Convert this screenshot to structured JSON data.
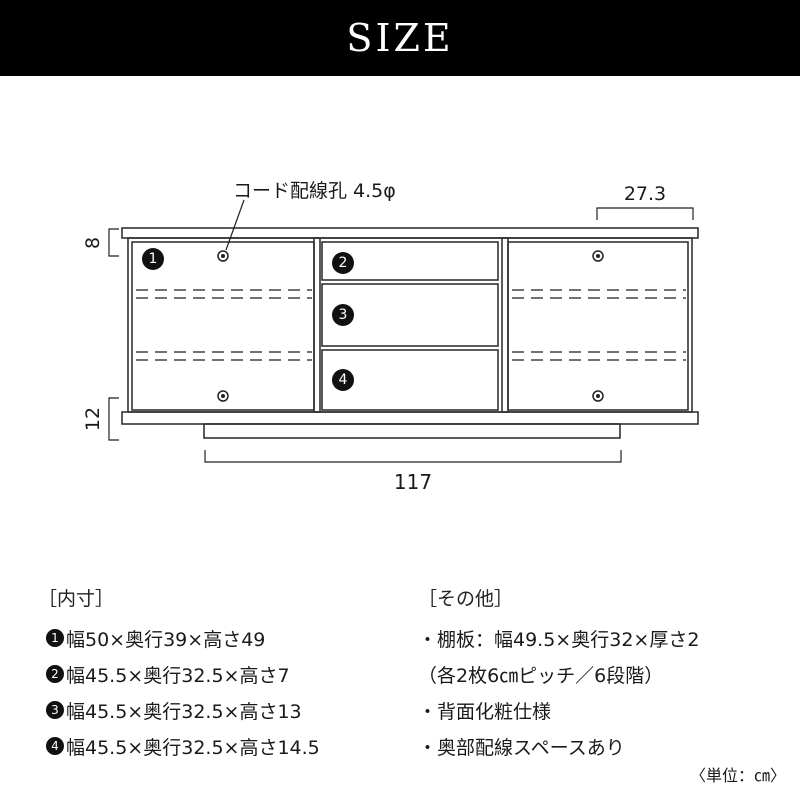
{
  "header": {
    "title": "SIZE"
  },
  "diagram": {
    "cord_label": "コード配線孔 4.5φ",
    "dim_top_right": "27.3",
    "dim_top_left": "8",
    "dim_bottom_left": "12",
    "dim_width": "117",
    "badges": [
      "1",
      "2",
      "3",
      "4"
    ]
  },
  "inner": {
    "title": "［内寸］",
    "rows": [
      {
        "badge": "1",
        "text": "幅50×奥行39×高さ49"
      },
      {
        "badge": "2",
        "text": "幅45.5×奥行32.5×高さ7"
      },
      {
        "badge": "3",
        "text": "幅45.5×奥行32.5×高さ13"
      },
      {
        "badge": "4",
        "text": "幅45.5×奥行32.5×高さ14.5"
      }
    ]
  },
  "other": {
    "title": "［その他］",
    "rows": [
      "・棚板：幅49.5×奥行32×厚さ2",
      "（各2枚6㎝ピッチ／6段階）",
      "・背面化粧仕様",
      "・奥部配線スペースあり"
    ]
  },
  "unit_note": "〈単位：㎝〉"
}
